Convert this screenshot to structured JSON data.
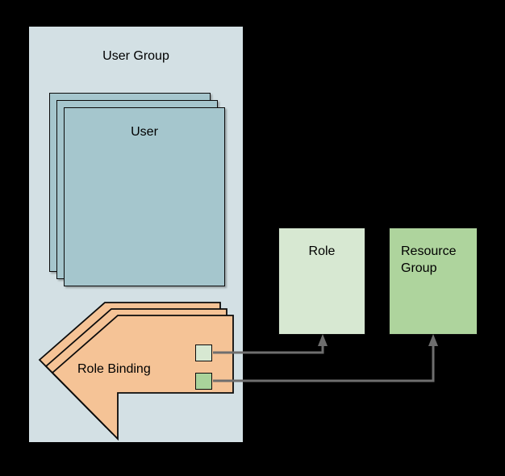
{
  "diagram": {
    "title_hidden": "",
    "background_color": "#000000",
    "user_group": {
      "label": "User Group",
      "fill_color": "#d3e0e4",
      "user_card": {
        "label": "User",
        "fill_color": "#a5c6cd",
        "stack_count": 3
      },
      "role_binding": {
        "label": "Role Binding",
        "fill_color": "#f5c396",
        "stroke_color": "#0b0b0b",
        "stack_count": 3,
        "ports": [
          {
            "name": "role-port",
            "fill_color": "#d7e8d2"
          },
          {
            "name": "resource-group-port",
            "fill_color": "#a9d39b"
          }
        ]
      }
    },
    "targets": [
      {
        "name": "role",
        "label": "Role",
        "fill_color": "#d7e8d2"
      },
      {
        "name": "resource-group",
        "label": "Resource Group",
        "fill_color": "#aed49d"
      }
    ],
    "connectors": {
      "stroke_color": "#6e6e6e",
      "edges": [
        {
          "from": "role-port",
          "to": "role"
        },
        {
          "from": "resource-group-port",
          "to": "resource-group"
        }
      ]
    }
  }
}
